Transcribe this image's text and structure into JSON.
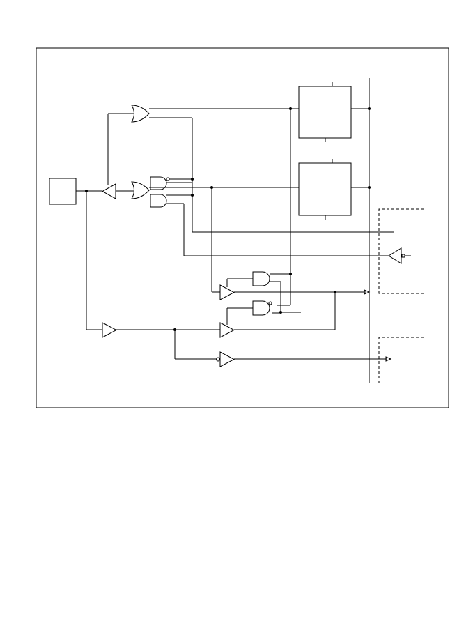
{
  "diagram": {
    "type": "logic-schematic",
    "labels": [],
    "colors": {
      "background": "#ffffff",
      "stroke": "#000000"
    },
    "components": {
      "frame": "rectangle",
      "input_pad": "rectangle",
      "register_top": "rectangle",
      "register_bottom": "rectangle",
      "or_gate_top": "or-gate",
      "or_gate_mid": "or-gate",
      "and_gates": [
        "and-gate",
        "and-gate",
        "and-gate",
        "and-gate"
      ],
      "buffers": [
        "buffer",
        "buffer",
        "buffer",
        "buffer",
        "buffer",
        "inverting-buffer",
        "inverting-buffer"
      ],
      "dashed_regions": [
        "dashed-box-right-mid",
        "dashed-box-right-low"
      ],
      "bus": "vertical-bus-line"
    }
  }
}
